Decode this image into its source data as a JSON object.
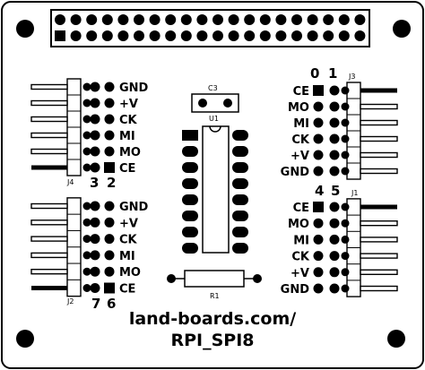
{
  "connectors": {
    "j4": {
      "ref": "J4",
      "left_num": "3",
      "right_num": "2",
      "signals": [
        "GND",
        "+V",
        "CK",
        "MI",
        "MO",
        "CE"
      ]
    },
    "j2": {
      "ref": "J2",
      "left_num": "7",
      "right_num": "6",
      "signals": [
        "GND",
        "+V",
        "CK",
        "MI",
        "MO",
        "CE"
      ]
    },
    "j3": {
      "ref": "J3",
      "left_num": "0",
      "right_num": "1",
      "signals": [
        "CE",
        "MO",
        "MI",
        "CK",
        "+V",
        "GND"
      ]
    },
    "j1": {
      "ref": "J1",
      "left_num": "4",
      "right_num": "5",
      "signals": [
        "CE",
        "MO",
        "MI",
        "CK",
        "+V",
        "GND"
      ]
    }
  },
  "components": {
    "c3": "C3",
    "u1": "U1",
    "r1": "R1"
  },
  "footer": {
    "line1": "land-boards.com/",
    "line2": "RPI_SPI8"
  }
}
